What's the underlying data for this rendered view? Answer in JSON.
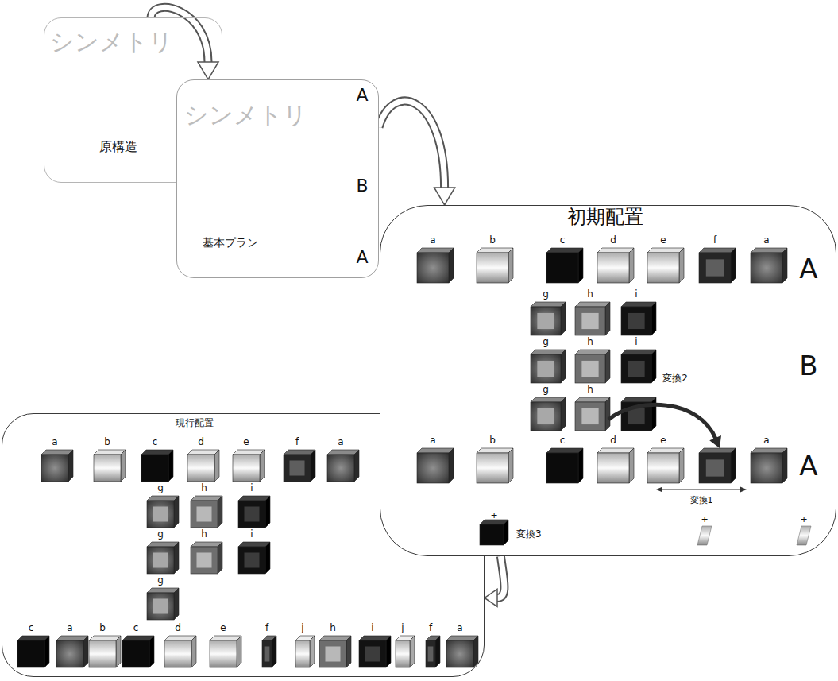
{
  "diagram": {
    "nodes": [
      {
        "text": [
          "シンメトリ",
          "原構造"
        ]
      },
      {
        "text": [
          "シンメトリ",
          "基本プラン"
        ]
      },
      {
        "text": [
          "初期配置"
        ]
      },
      {
        "text": [
          "現行配置"
        ]
      }
    ],
    "edges": [
      {
        "from": 0,
        "to": 1,
        "arrow": "to"
      },
      {
        "from": 1,
        "to": 2,
        "arrow": "to"
      },
      {
        "from": 2,
        "to": 3,
        "arrow": "to"
      }
    ],
    "labels": [
      "A",
      "B",
      "A",
      "a",
      "b",
      "c",
      "d",
      "e",
      "f",
      "a",
      "g",
      "h",
      "i",
      "g",
      "h",
      "i",
      "g",
      "h",
      "a",
      "b",
      "c",
      "d",
      "e",
      "a",
      "変換2",
      "変換1",
      "+",
      "変換3",
      "+",
      "+",
      "A",
      "B",
      "A",
      "a",
      "b",
      "c",
      "d",
      "e",
      "f",
      "a",
      "g",
      "h",
      "i",
      "g",
      "h",
      "i",
      "g",
      "c",
      "a",
      "b",
      "c",
      "d",
      "e",
      "f",
      "j",
      "h",
      "i",
      "j",
      "f",
      "a"
    ]
  }
}
